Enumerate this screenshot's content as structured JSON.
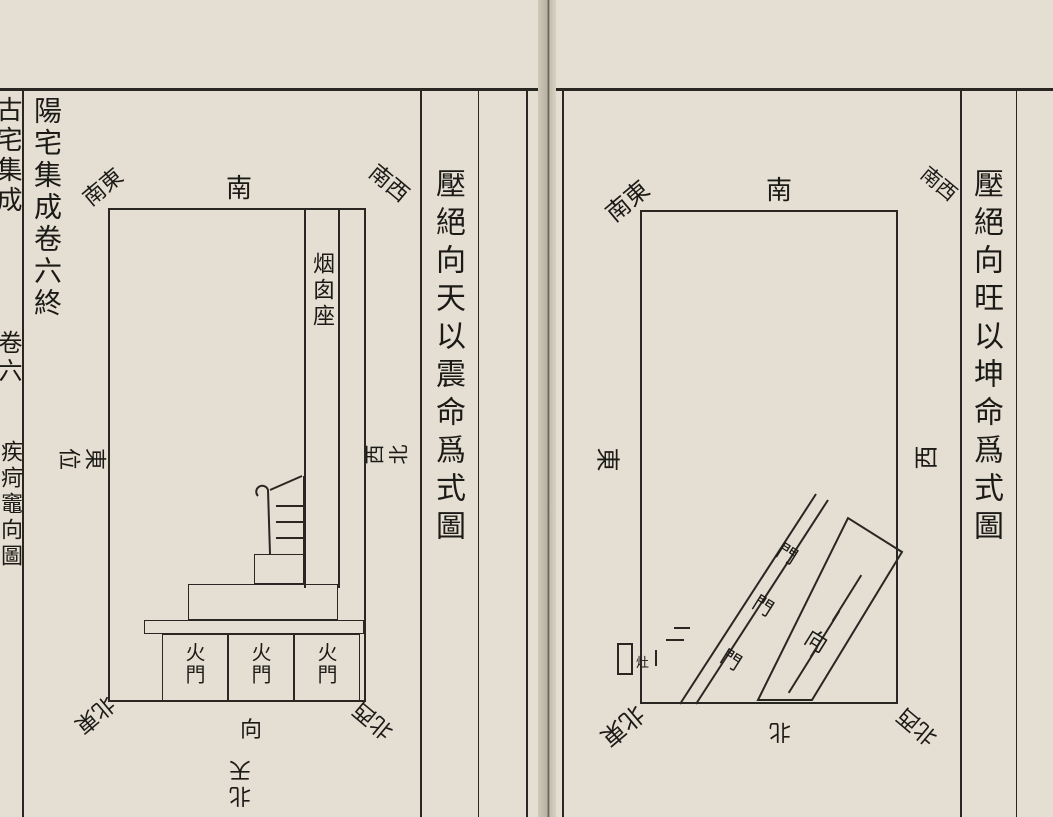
{
  "left_page": {
    "edge_fragments": [
      "古宅集成",
      "卷六",
      "疾疴竈向圖"
    ],
    "volume_end": "陽宅集成卷六終",
    "diagram_title": "壓絕向天以震命爲式圖",
    "directions": {
      "south": "南",
      "southeast": "南東",
      "southwest": "南西",
      "east_position": "東位",
      "east": "東",
      "west": "西",
      "west_corner": "西北",
      "northeast": "北東",
      "northwest": "北西",
      "north_tian": "北天",
      "facing": "向"
    },
    "chimney_label": "烟囱座",
    "fire_doors": [
      "火門",
      "火門",
      "火門"
    ]
  },
  "right_page": {
    "diagram_title": "壓絕向旺以坤命爲式圖",
    "directions": {
      "south": "南",
      "southeast": "南東",
      "southwest": "南西",
      "east": "東",
      "west": "西",
      "northeast": "北東",
      "north": "北",
      "northwest": "北西"
    },
    "doors": [
      "門",
      "門",
      "門"
    ],
    "facing": "向",
    "small_label": "灶"
  }
}
